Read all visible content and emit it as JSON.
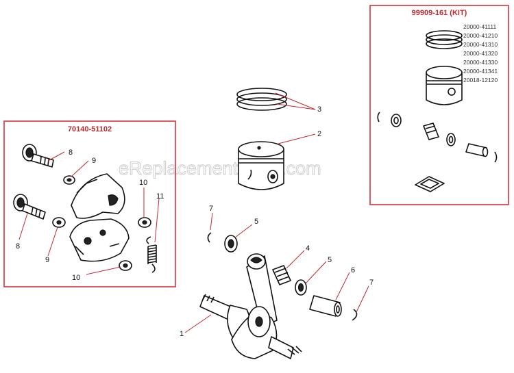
{
  "watermark": "eReplacementParts.com",
  "kit": {
    "title": "99909-161 (KIT)",
    "part_numbers": [
      "20000-41111",
      "20000-41210",
      "20000-41310",
      "20000-41320",
      "20000-41330",
      "20000-41341",
      "20018-12120"
    ]
  },
  "clutch": {
    "title": "70140-51102",
    "labels": {
      "a": "8",
      "b": "9",
      "c": "10",
      "d": "11",
      "e": "8",
      "f": "9",
      "g": "10"
    }
  },
  "callouts": {
    "c1": "1",
    "c2": "2",
    "c3": "3",
    "c4": "4",
    "c5a": "5",
    "c5b": "5",
    "c6": "6",
    "c7a": "7",
    "c7b": "7"
  },
  "colors": {
    "accent": "#c0282e",
    "box_border": "#d9484e"
  }
}
